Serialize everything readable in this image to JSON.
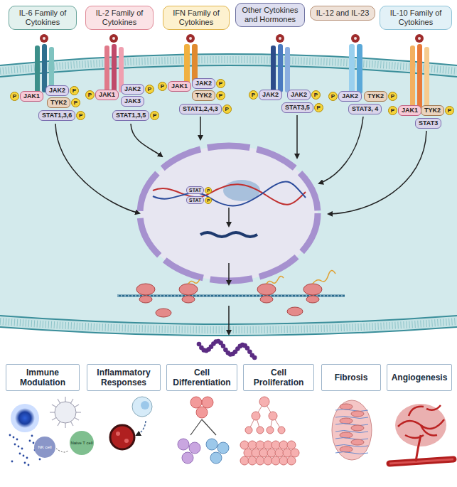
{
  "diagram": {
    "nodes": [
      {
        "text": [
          "IL-6 Family of Cytokines"
        ]
      },
      {
        "text": [
          "IL-2 Family of Cytokines"
        ]
      },
      {
        "text": [
          "IFN Family of Cytokines"
        ]
      },
      {
        "text": [
          "Other Cytokines and Hormones"
        ]
      },
      {
        "text": [
          "IL-12 and IL-23"
        ]
      },
      {
        "text": [
          "IL-10 Family of Cytokines"
        ]
      },
      {
        "text": [
          "P"
        ]
      },
      {
        "text": [
          "JAK1"
        ]
      },
      {
        "text": [
          "JAK2"
        ]
      },
      {
        "text": [
          "P"
        ]
      },
      {
        "text": [
          "TYK2"
        ]
      },
      {
        "text": [
          "P"
        ]
      },
      {
        "text": [
          "STAT1,3,6"
        ]
      },
      {
        "text": [
          "P"
        ]
      },
      {
        "text": [
          "P"
        ]
      },
      {
        "text": [
          "JAK1"
        ]
      },
      {
        "text": [
          "JAK2"
        ]
      },
      {
        "text": [
          "P"
        ]
      },
      {
        "text": [
          "JAK3"
        ]
      },
      {
        "text": [
          "STAT1,3,5"
        ]
      },
      {
        "text": [
          "P"
        ]
      },
      {
        "text": [
          "P"
        ]
      },
      {
        "text": [
          "JAK1"
        ]
      },
      {
        "text": [
          "JAK2"
        ]
      },
      {
        "text": [
          "P"
        ]
      },
      {
        "text": [
          "TYK2"
        ]
      },
      {
        "text": [
          "P"
        ]
      },
      {
        "text": [
          "STAT1,2,4,3"
        ]
      },
      {
        "text": [
          "P"
        ]
      },
      {
        "text": [
          "P"
        ]
      },
      {
        "text": [
          "JAK2"
        ]
      },
      {
        "text": [
          "JAK2"
        ]
      },
      {
        "text": [
          "P"
        ]
      },
      {
        "text": [
          "STAT3,5"
        ]
      },
      {
        "text": [
          "P"
        ]
      },
      {
        "text": [
          "P"
        ]
      },
      {
        "text": [
          "JAK2"
        ]
      },
      {
        "text": [
          "TYK2"
        ]
      },
      {
        "text": [
          "P"
        ]
      },
      {
        "text": [
          "STAT3, 4"
        ]
      },
      {
        "text": [
          "P"
        ]
      },
      {
        "text": [
          "JAK1"
        ]
      },
      {
        "text": [
          "TYK2"
        ]
      },
      {
        "text": [
          "P"
        ]
      },
      {
        "text": [
          "STAT3"
        ]
      },
      {
        "text": [
          "STAT"
        ]
      },
      {
        "text": [
          "P"
        ]
      },
      {
        "text": [
          "STAT"
        ]
      },
      {
        "text": [
          "P"
        ]
      },
      {
        "text": [
          "Immune Modulation"
        ]
      },
      {
        "text": [
          "Inflammatory Responses"
        ]
      },
      {
        "text": [
          "Cell Differentiation"
        ]
      },
      {
        "text": [
          "Cell Proliferation"
        ]
      },
      {
        "text": [
          "Fibrosis"
        ]
      },
      {
        "text": [
          "Angiogenesis"
        ]
      },
      {
        "text": [
          "NK cell"
        ]
      },
      {
        "text": [
          "Naive T cell"
        ]
      }
    ]
  }
}
